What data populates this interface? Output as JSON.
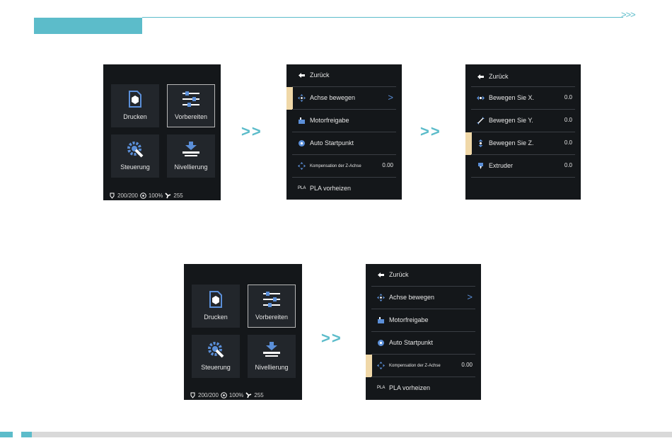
{
  "header": {
    "arrows": ">>>"
  },
  "home": {
    "tiles": [
      {
        "label": "Drucken",
        "icon": "print-icon"
      },
      {
        "label": "Vorbereiten",
        "icon": "prepare-icon"
      },
      {
        "label": "Steuerung",
        "icon": "control-gear-icon"
      },
      {
        "label": "Nivellierung",
        "icon": "leveling-icon"
      }
    ],
    "status": {
      "temp": "200/200",
      "speed": "100%",
      "fan": "255"
    }
  },
  "prepare_menu": {
    "back": "Zurück",
    "items": [
      {
        "label": "Achse bewegen",
        "value": "",
        "chevron": ">"
      },
      {
        "label": "Motorfreigabe",
        "value": ""
      },
      {
        "label": "Auto Startpunkt",
        "value": ""
      },
      {
        "label": "Kompensation der Z-Achse",
        "value": "0.00"
      },
      {
        "label": "PLA vorheizen",
        "value": "",
        "icon_text": "PLA"
      }
    ]
  },
  "move_menu": {
    "back": "Zurück",
    "items": [
      {
        "label": "Bewegen Sie X.",
        "value": "0.0"
      },
      {
        "label": "Bewegen Sie Y.",
        "value": "0.0"
      },
      {
        "label": "Bewegen Sie Z.",
        "value": "0.0"
      },
      {
        "label": "Extruder",
        "value": "0.0"
      }
    ]
  },
  "flow_arrow": ">>",
  "colors": {
    "accent": "#5cbcca",
    "screen": "#14171a",
    "tile": "#22262b",
    "icon_blue": "#5b8fd8",
    "highlight": "#f0d8a8"
  }
}
